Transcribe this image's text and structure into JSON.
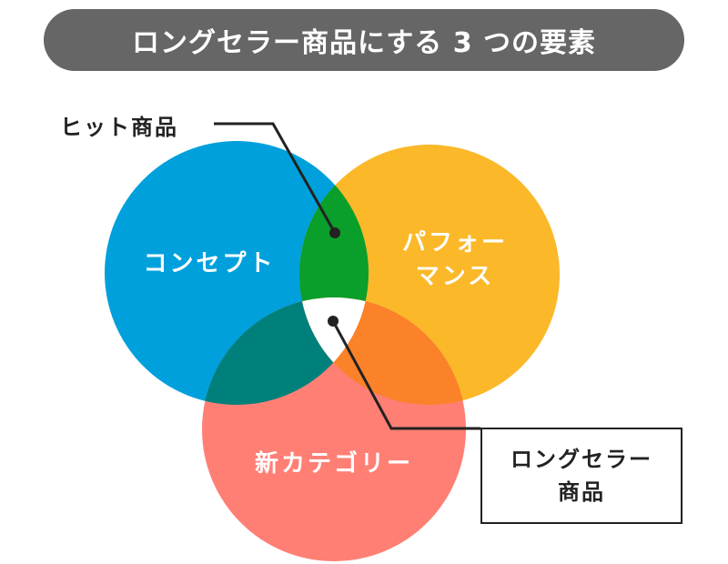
{
  "title": "ロングセラー商品にする 3 つの要素",
  "circles": {
    "concept": {
      "label": "コンセプト",
      "color": "#00a0dc"
    },
    "performance": {
      "line1": "パフォー",
      "line2": "マンス",
      "color": "#fbb829"
    },
    "new_category": {
      "label": "新カテゴリー",
      "color": "#ff7f75"
    }
  },
  "overlaps": {
    "concept_performance": "#0a9e2a",
    "concept_category": "#00807a",
    "performance_category": "#fb8228",
    "center": "#ffffff"
  },
  "callouts": {
    "hit_product": "ヒット商品",
    "long_seller_line1": "ロングセラー",
    "long_seller_line2": "商品"
  }
}
